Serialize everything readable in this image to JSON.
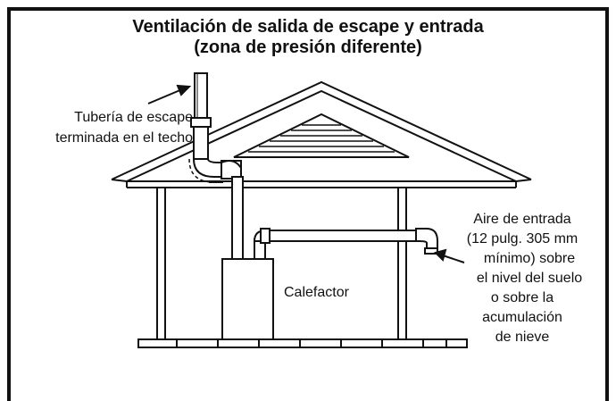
{
  "title": {
    "line1": "Ventilación de salida de escape y entrada",
    "line2": "(zona de presión diferente)"
  },
  "labels": {
    "exhaust_line1": "Tubería de escape",
    "exhaust_line2": "terminada en el techo",
    "furnace": "Calefactor",
    "intake_lines": [
      "Aire de entrada",
      "(12 pulg. 305 mm",
      "mínimo) sobre",
      "el nivel del suelo",
      "o sobre la",
      "acumulación",
      "de nieve"
    ]
  }
}
